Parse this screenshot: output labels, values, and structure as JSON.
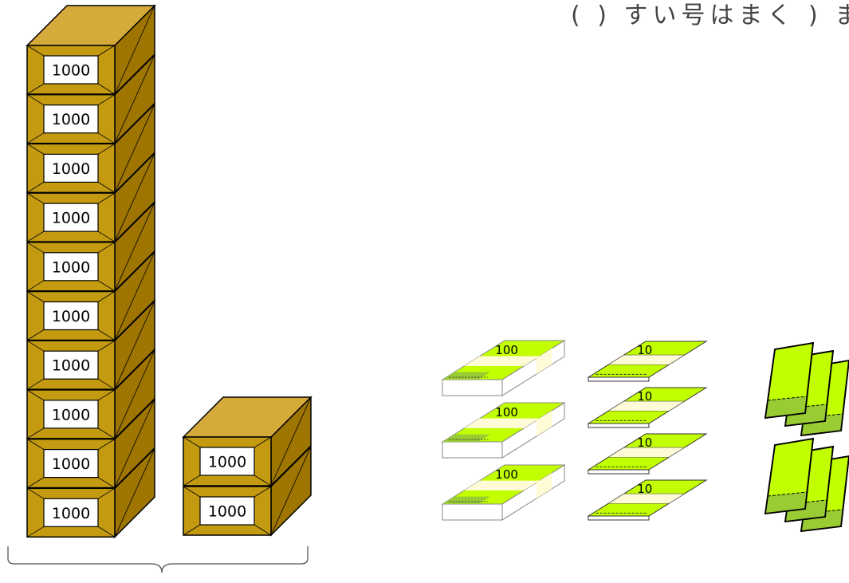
{
  "caption": "( ) すい号はまく ) ま",
  "box_label": "1000",
  "boxes": {
    "left_stack_count": 10,
    "right_stack_count": 2
  },
  "bundles": {
    "hundred_label": "100",
    "hundred_count": 3,
    "ten_label": "10",
    "ten_count": 4,
    "single_bill_groups": 2
  },
  "colors": {
    "box_front": "#c39a10",
    "box_side": "#9e7500",
    "box_top": "#d4ab3a",
    "bill_green": "#c2ff00",
    "bill_cream": "#fffbd6",
    "bill_dark_green": "#99cc33"
  }
}
